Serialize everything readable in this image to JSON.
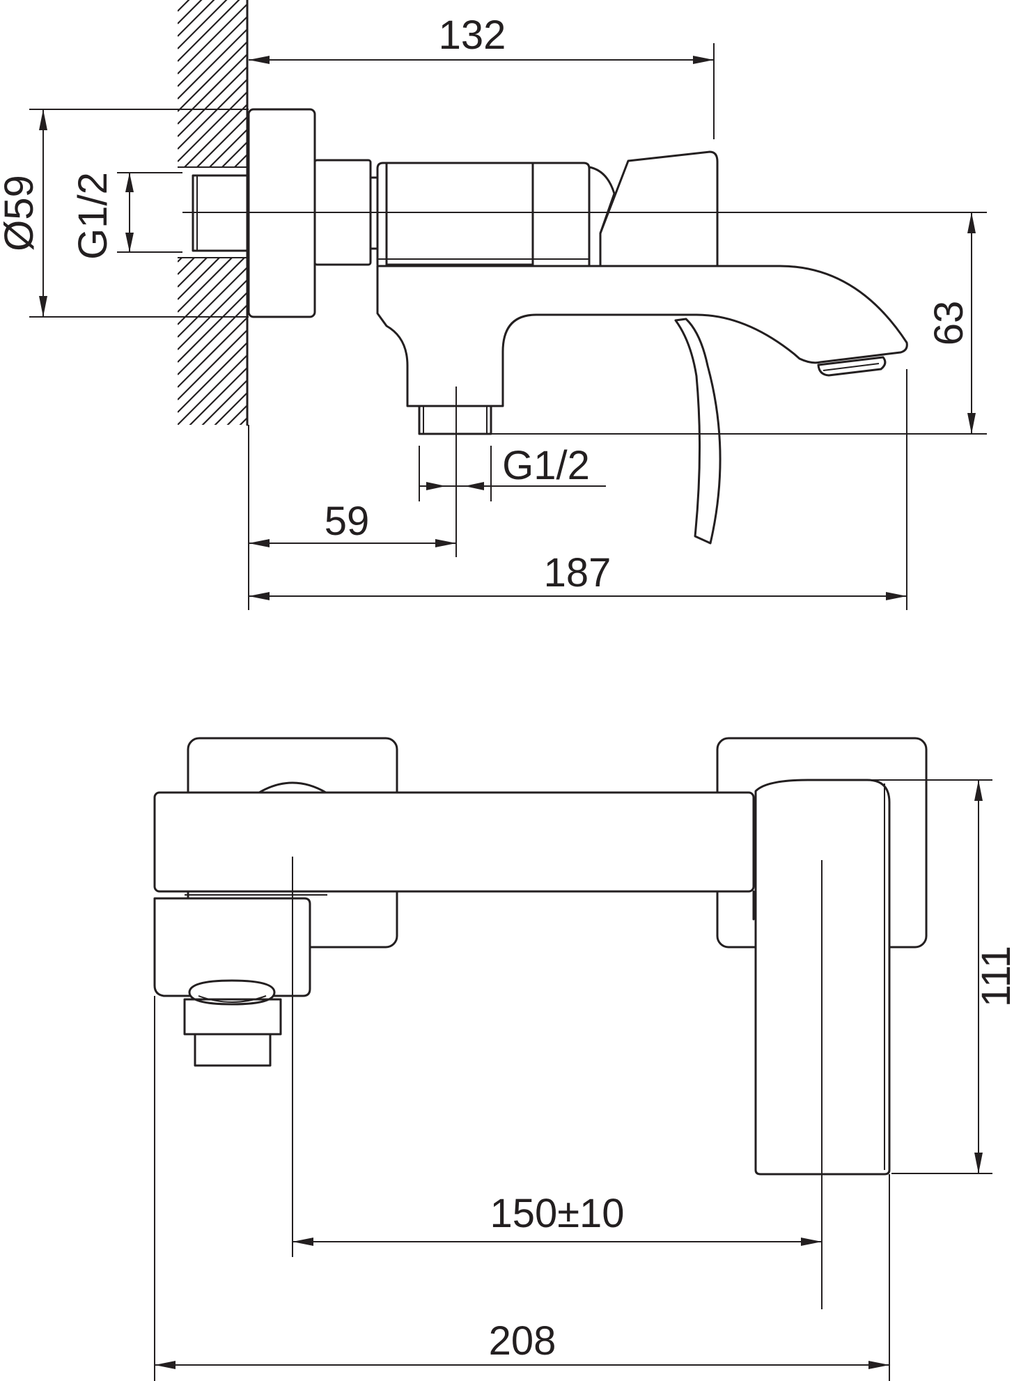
{
  "colors": {
    "line": "#231f20",
    "background": "#ffffff"
  },
  "side_view": {
    "dimensions": {
      "top_width": "132",
      "flange_diameter": "Ø59",
      "inlet_thread": "G1/2",
      "spout_height": "63",
      "outlet_thread": "G1/2",
      "outlet_offset": "59",
      "total_length": "187"
    }
  },
  "top_view": {
    "dimensions": {
      "depth": "111",
      "center_distance": "150±10",
      "total_width": "208"
    }
  }
}
